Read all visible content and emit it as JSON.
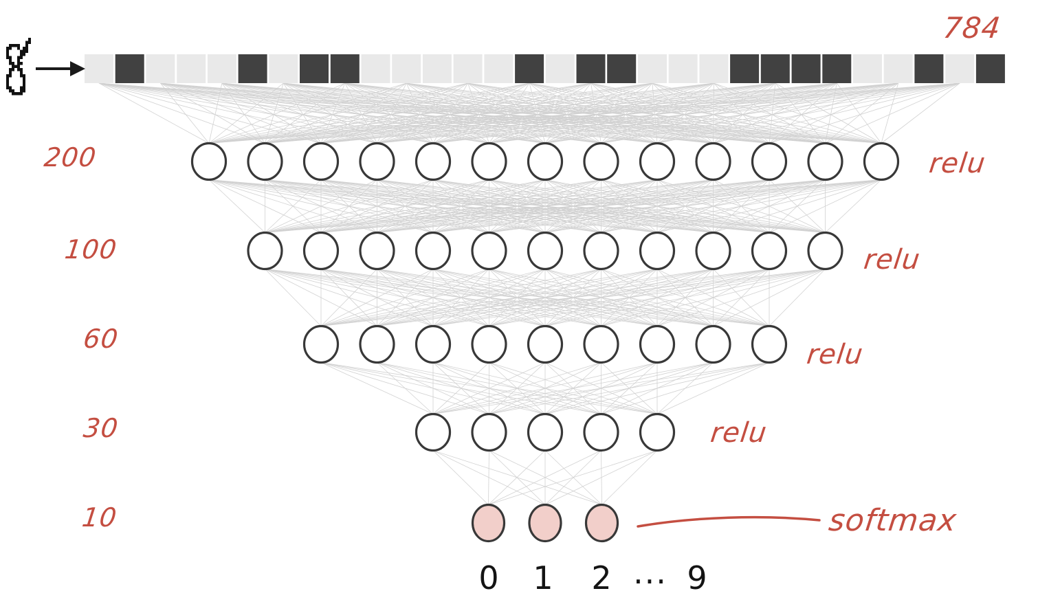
{
  "diagram": {
    "colors": {
      "accent_red": "#c44e41",
      "pixel_dark": "#414141",
      "pixel_light": "#e9e9e9",
      "node_stroke": "#383838",
      "node_fill": "#ffffff",
      "softmax_fill": "#f2cfca",
      "connection_line": "#b3b3b3",
      "arrow_black": "#1a1a1a",
      "digit_black": "#111111"
    },
    "input": {
      "size_label": "784",
      "digit_glyph": "8",
      "digit_bitmap": [
        ".........#.",
        "........##.",
        "..####..#..",
        ".##..#.##..",
        ".#....###..",
        ".#....##...",
        ".##..##....",
        "..#..#.....",
        "..##.##....",
        "...###.....",
        "..##.##....",
        "..#...#....",
        ".##...##...",
        ".#.....#...",
        ".#.....#...",
        ".#.....#...",
        ".##...##...",
        "..##..##...",
        "...####....",
        "..........."
      ],
      "pattern": [
        0,
        1,
        0,
        0,
        0,
        1,
        0,
        1,
        1,
        0,
        0,
        0,
        0,
        0,
        1,
        0,
        1,
        1,
        0,
        0,
        0,
        1,
        1,
        1,
        1,
        0,
        0,
        1,
        0,
        1
      ]
    },
    "layers": [
      {
        "units": "200",
        "neurons_drawn": 13,
        "activation": "relu"
      },
      {
        "units": "100",
        "neurons_drawn": 11,
        "activation": "relu"
      },
      {
        "units": "60",
        "neurons_drawn": 9,
        "activation": "relu"
      },
      {
        "units": "30",
        "neurons_drawn": 5,
        "activation": "relu"
      },
      {
        "units": "10",
        "neurons_drawn": 3,
        "activation": "softmax"
      }
    ],
    "output_labels": [
      "0",
      "1",
      "2",
      "...",
      "9"
    ]
  }
}
